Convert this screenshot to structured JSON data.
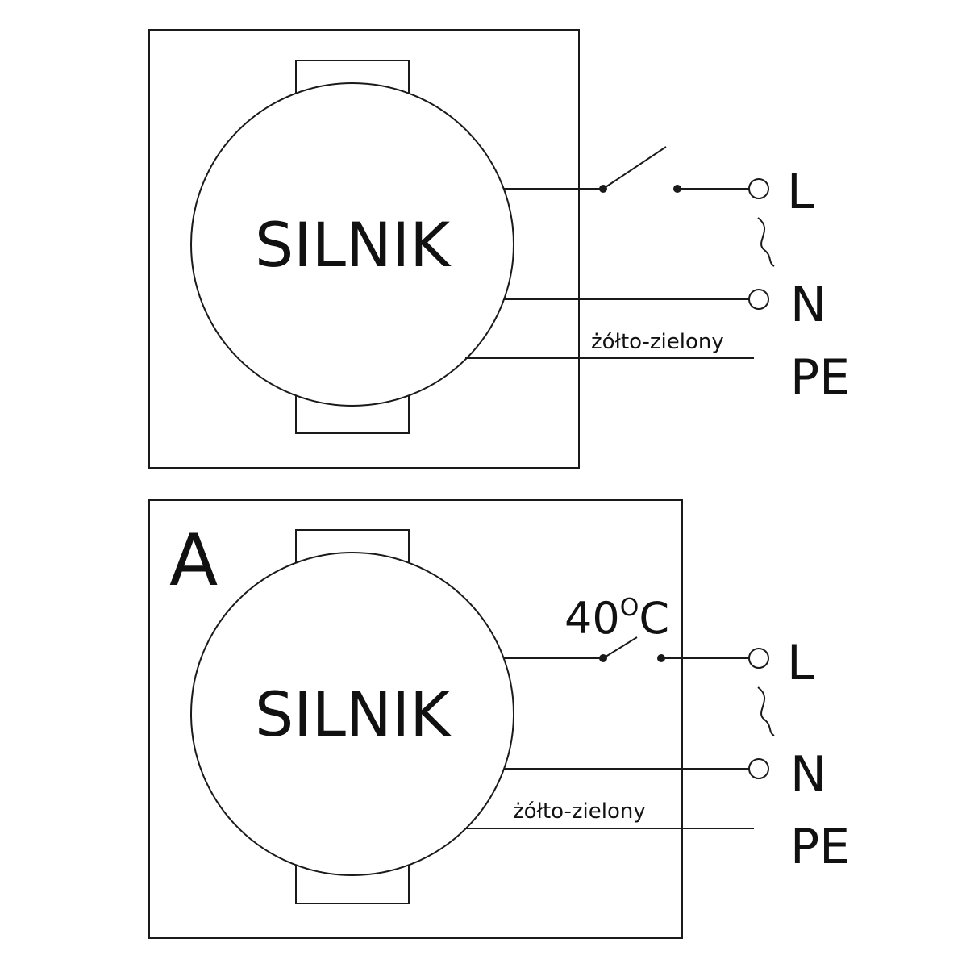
{
  "diagram_top": {
    "motor_label": "SILNIK",
    "wire_label": "żółto-zielony",
    "terminals": {
      "L": "L",
      "N": "N",
      "PE": "PE"
    }
  },
  "diagram_bottom": {
    "corner_letter": "A",
    "motor_label": "SILNIK",
    "wire_label": "żółto-zielony",
    "thermostat": {
      "value": "40",
      "unit_sup": "O",
      "unit": "C"
    },
    "terminals": {
      "L": "L",
      "N": "N",
      "PE": "PE"
    }
  }
}
